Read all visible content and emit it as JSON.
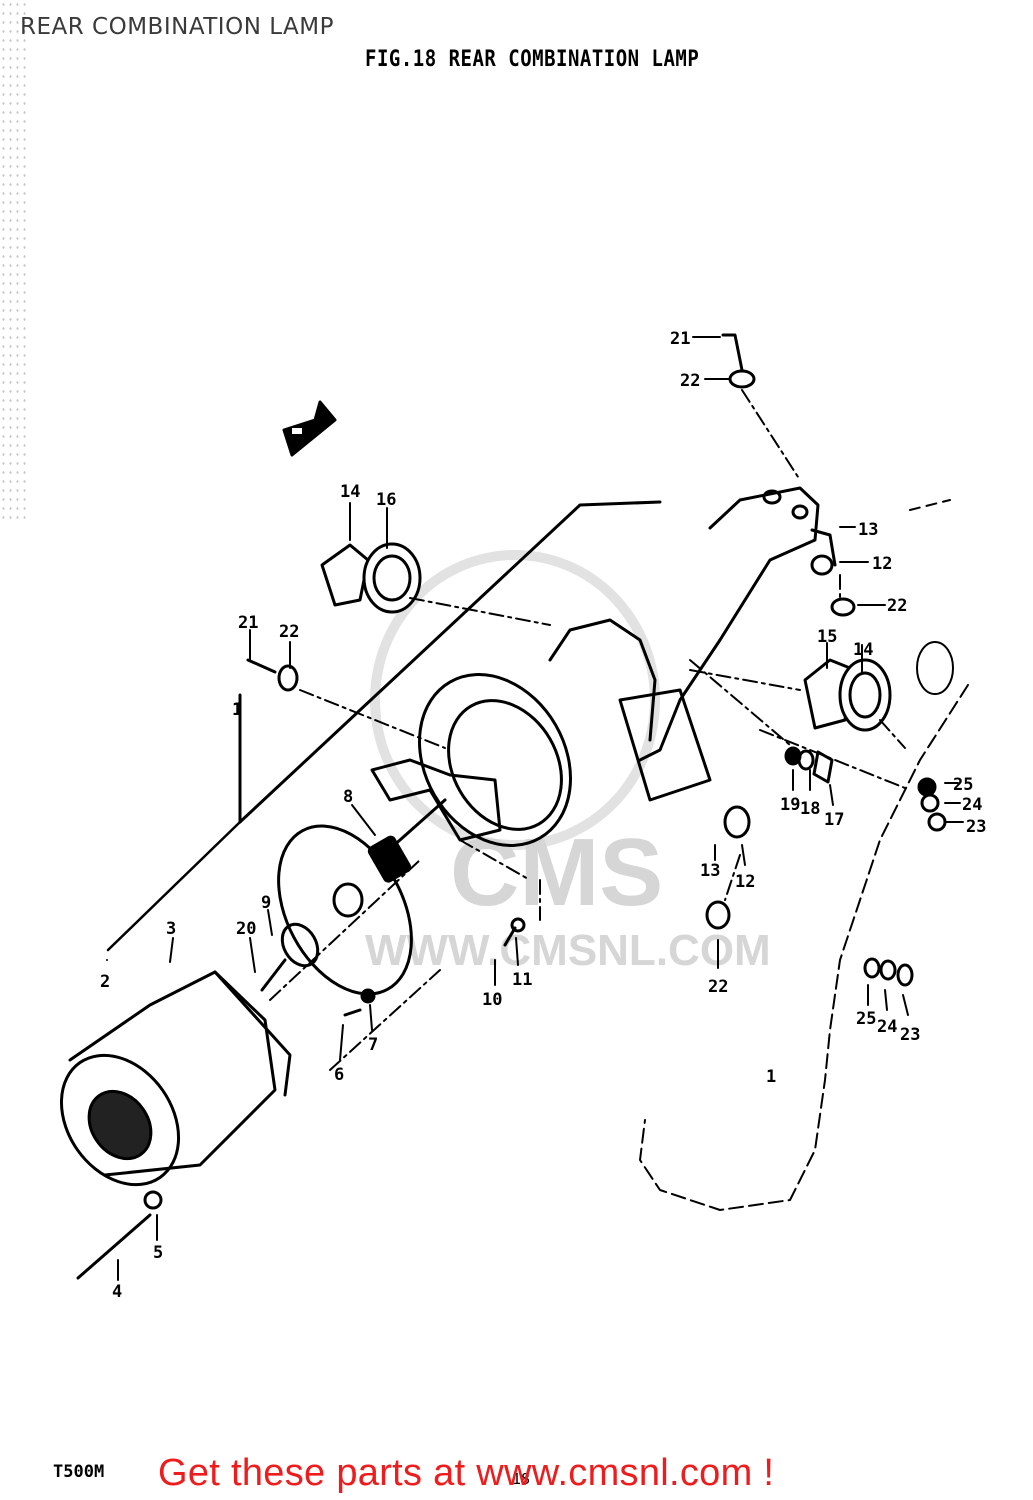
{
  "page_title": "REAR COMBINATION LAMP",
  "figure_title": "FIG.18  REAR COMBINATION LAMP",
  "model_code": "T500M",
  "banner_text": "Get these parts at www.cmsnl.com !",
  "page_number": "18",
  "watermark": {
    "brand": "CMS",
    "url": "WWW.CMSNL.COM"
  },
  "part_labels": [
    "1",
    "1",
    "2",
    "3",
    "4",
    "5",
    "6",
    "7",
    "8",
    "9",
    "10",
    "11",
    "12",
    "12",
    "13",
    "13",
    "14",
    "14",
    "15",
    "16",
    "17",
    "18",
    "19",
    "20",
    "21",
    "21",
    "22",
    "22",
    "22",
    "22",
    "23",
    "23",
    "24",
    "24",
    "25",
    "25"
  ]
}
